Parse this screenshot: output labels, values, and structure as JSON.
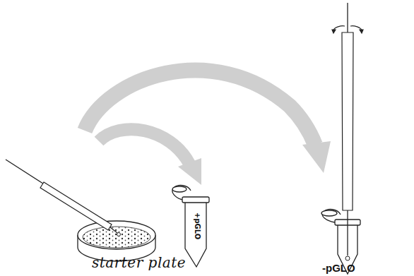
{
  "diagram": {
    "labels": [
      "starter plate",
      "+pGLO",
      "-pGLO"
    ]
  }
}
